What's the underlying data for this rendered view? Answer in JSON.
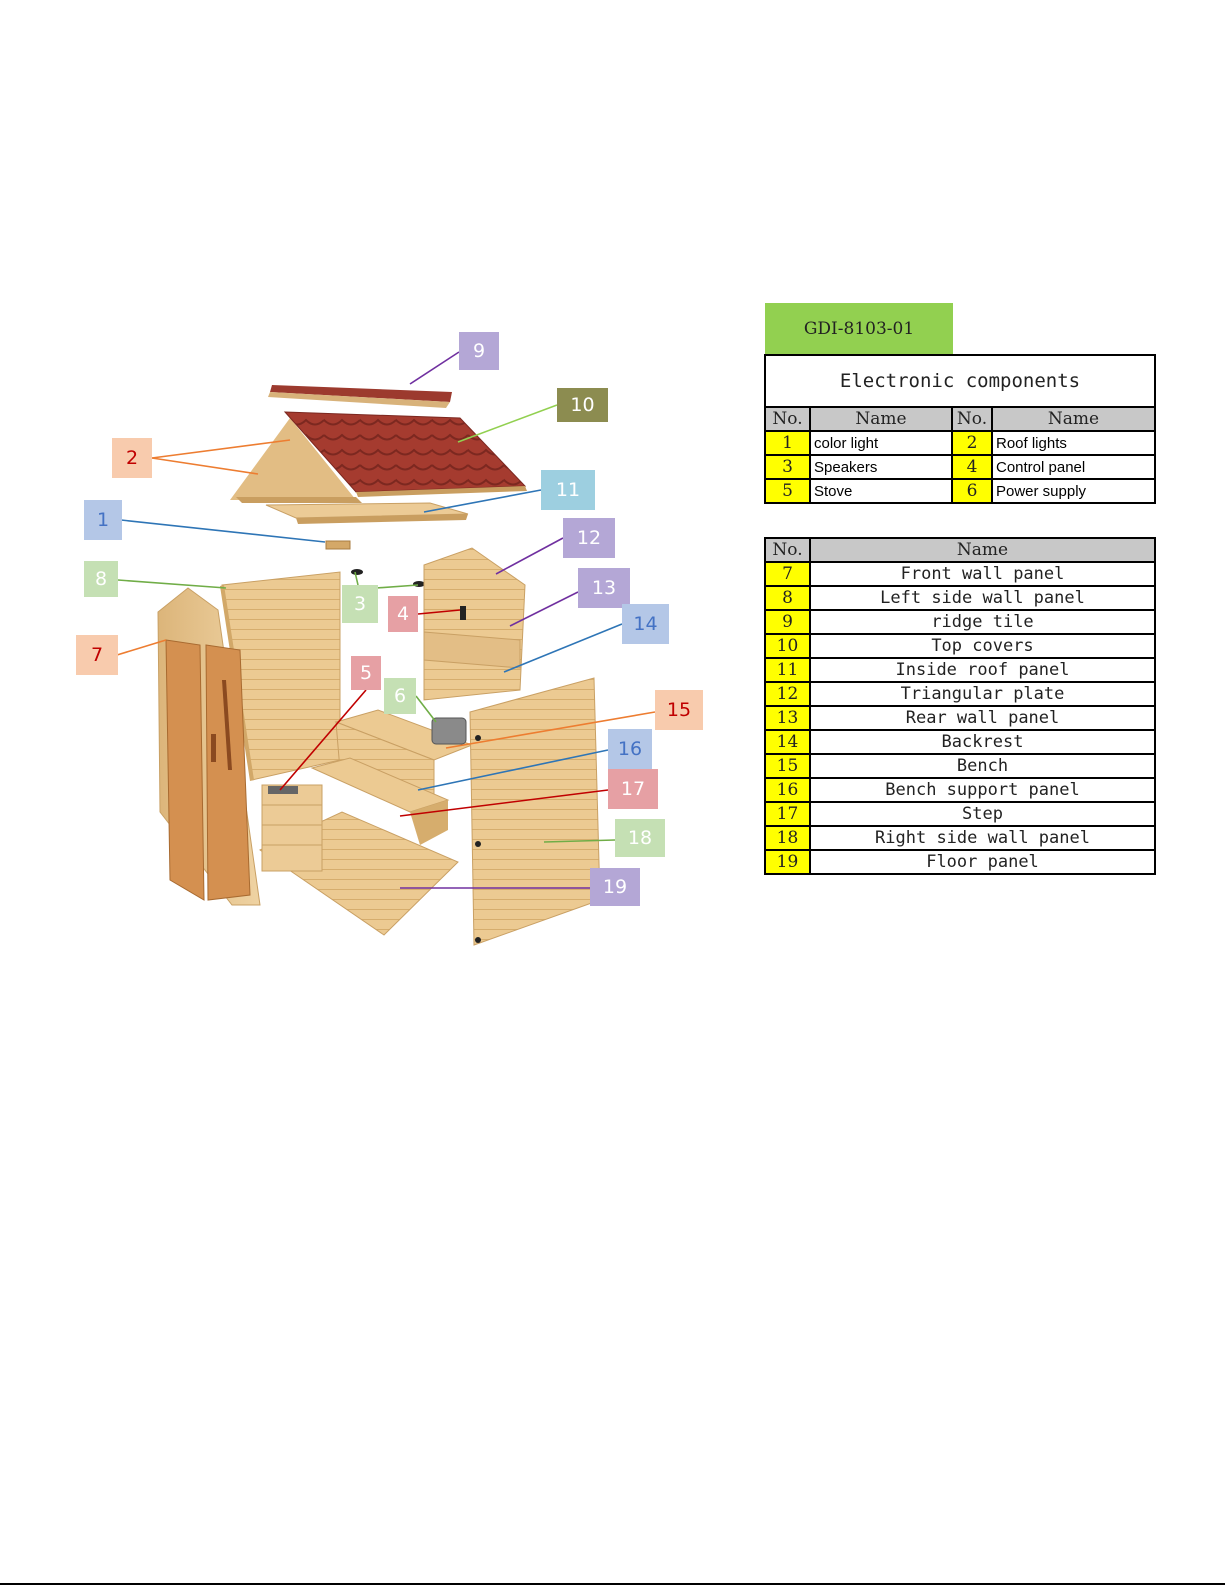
{
  "model_code": "GDI-8103-01",
  "electronic_table": {
    "title": "Electronic components",
    "col_no": "No.",
    "col_name": "Name",
    "rows": [
      {
        "no1": "1",
        "name1": "color light",
        "no2": "2",
        "name2": "Roof lights"
      },
      {
        "no1": "3",
        "name1": "Speakers",
        "no2": "4",
        "name2": "Control panel"
      },
      {
        "no1": "5",
        "name1": "Stove",
        "no2": "6",
        "name2": "Power supply"
      }
    ]
  },
  "parts_table": {
    "col_no": "No.",
    "col_name": "Name",
    "rows": [
      {
        "no": "7",
        "name": "Front wall panel"
      },
      {
        "no": "8",
        "name": "Left side wall panel"
      },
      {
        "no": "9",
        "name": "ridge tile"
      },
      {
        "no": "10",
        "name": "Top covers"
      },
      {
        "no": "11",
        "name": "Inside roof panel"
      },
      {
        "no": "12",
        "name": "Triangular plate"
      },
      {
        "no": "13",
        "name": "Rear wall panel"
      },
      {
        "no": "14",
        "name": "Backrest"
      },
      {
        "no": "15",
        "name": "Bench"
      },
      {
        "no": "16",
        "name": "Bench support panel"
      },
      {
        "no": "17",
        "name": "Step"
      },
      {
        "no": "18",
        "name": "Right side wall panel"
      },
      {
        "no": "19",
        "name": "Floor panel"
      }
    ]
  },
  "callouts": [
    {
      "label": "1",
      "fill": "#b4c7e7",
      "text_color": "#4472c4",
      "line_color": "#2e75b6"
    },
    {
      "label": "2",
      "fill": "#f8cbad",
      "text_color": "#c00000",
      "line_color": "#ed7d31"
    },
    {
      "label": "3",
      "fill": "#c5e0b4",
      "text_color": "#ffffff",
      "line_color": "#70ad47"
    },
    {
      "label": "4",
      "fill": "#e6a0a4",
      "text_color": "#ffffff",
      "line_color": "#c00000"
    },
    {
      "label": "5",
      "fill": "#e6a0a4",
      "text_color": "#ffffff",
      "line_color": "#c00000"
    },
    {
      "label": "6",
      "fill": "#c5e0b4",
      "text_color": "#ffffff",
      "line_color": "#70ad47"
    },
    {
      "label": "7",
      "fill": "#f8cbad",
      "text_color": "#c00000",
      "line_color": "#ed7d31"
    },
    {
      "label": "8",
      "fill": "#c5e0b4",
      "text_color": "#ffffff",
      "line_color": "#70ad47"
    },
    {
      "label": "9",
      "fill": "#b4a7d6",
      "text_color": "#ffffff",
      "line_color": "#7030a0"
    },
    {
      "label": "10",
      "fill": "#8c8c50",
      "text_color": "#ffffff",
      "line_color": "#92d050"
    },
    {
      "label": "11",
      "fill": "#9dcfe0",
      "text_color": "#ffffff",
      "line_color": "#2e75b6"
    },
    {
      "label": "12",
      "fill": "#b4a7d6",
      "text_color": "#ffffff",
      "line_color": "#7030a0"
    },
    {
      "label": "13",
      "fill": "#b4a7d6",
      "text_color": "#ffffff",
      "line_color": "#7030a0"
    },
    {
      "label": "14",
      "fill": "#b4c7e7",
      "text_color": "#4472c4",
      "line_color": "#2e75b6"
    },
    {
      "label": "15",
      "fill": "#f8cbad",
      "text_color": "#c00000",
      "line_color": "#ed7d31"
    },
    {
      "label": "16",
      "fill": "#b4c7e7",
      "text_color": "#4472c4",
      "line_color": "#2e75b6"
    },
    {
      "label": "17",
      "fill": "#e6a0a4",
      "text_color": "#ffffff",
      "line_color": "#c00000"
    },
    {
      "label": "18",
      "fill": "#c5e0b4",
      "text_color": "#ffffff",
      "line_color": "#70ad47"
    },
    {
      "label": "19",
      "fill": "#b4a7d6",
      "text_color": "#ffffff",
      "line_color": "#7030a0"
    }
  ],
  "colors": {
    "model_tag": "#92d050",
    "no_cell": "#ffff00",
    "header_cell": "#c8c8c8",
    "wood": "#e8c48a",
    "roof_shingle": "#a13a2e"
  }
}
